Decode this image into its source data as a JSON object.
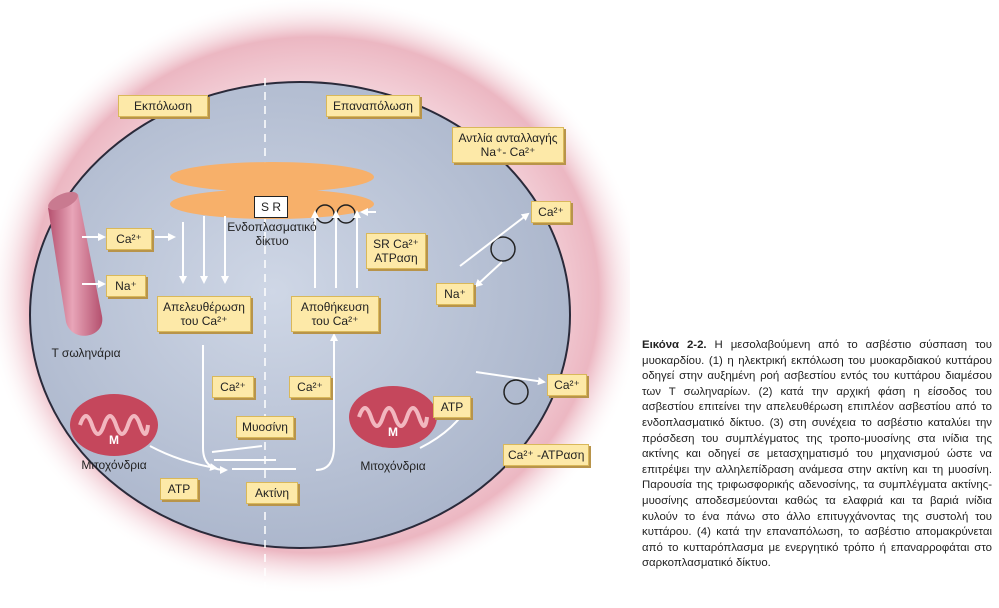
{
  "diagram": {
    "labels": {
      "depolarization": "Εκπόλωση",
      "repolarization": "Επαναπόλωση",
      "exchanger_line1": "Αντλία ανταλλαγής",
      "exchanger_line2": "Na⁺- Ca²⁺",
      "sr_box": "S R",
      "er_line1": "Ενδοπλασματικό",
      "er_line2": "δίκτυο",
      "sr_atpase_line1": "SR Ca²⁺",
      "sr_atpase_line2": "ATPαση",
      "ca_left": "Ca²⁺",
      "na_left": "Na⁺",
      "release_line1": "Απελευθέρωση",
      "release_line2": "του Ca²⁺",
      "storage_line1": "Αποθήκευση",
      "storage_line2": "του Ca²⁺",
      "ca_out_top": "Ca²⁺",
      "na_in": "Na⁺",
      "ca_out_bottom": "Ca²⁺",
      "t_tubule": "Τ σωληνάρια",
      "ca_mid_left": "Ca²⁺",
      "ca_mid_right": "Ca²⁺",
      "myosin": "Μυοσίνη",
      "actin": "Ακτίνη",
      "atp_left": "ATP",
      "atp_right": "ATP",
      "mito_left": "Μιτοχόνδρια",
      "mito_right": "Μιτοχόνδρια",
      "mito_letter_left": "M",
      "mito_letter_right": "M",
      "ca_atpase": "Ca²⁺ -ATPαση"
    }
  },
  "caption": {
    "label": "Εικόνα 2-2.",
    "text": "Η μεσολαβούμενη από το ασβέστιο σύσπαση του μυοκαρδίου. (1) η ηλεκτρική εκπόλωση του μυοκαρδιακού κυττάρου οδηγεί στην αυξημένη ροή ασβεστίου εντός του κυττάρου διαμέσου των Τ σωληναρίων. (2) κατά την αρχική φάση η είσοδος του ασβεστίου επιτείνει την απελευθέρωση επιπλέον ασβεστίου από το ενδοπλασματικό δίκτυο. (3) στη συνέχεια το ασβέστιο καταλύει την πρόσδεση του συμπλέγματος της τροπο-μυοσίνης στα ινίδια της ακτίνης και οδηγεί σε μετασχηματισμό του μηχανισμού ώστε να επιτρέψει την αλληλεπίδραση ανάμεσα στην ακτίνη και τη μυοσίνη. Παρουσία της τριφωσφορικής αδενοσίνης, τα συμπλέγματα ακτίνης-μυοσίνης αποδεσμεύονται καθώς τα ελαφριά και τα βαριά ινίδια κυλούν το ένα πάνω στο άλλο επιτυγχάνοντας της συστολή του κυττάρου. (4) κατά την επαναπόλωση, το ασβέστιο απομακρύνεται από το κυτταρόπλασμα με ενεργητικό τρόπο ή επαναρροφάται στο σαρκοπλασματικό δίκτυο."
  }
}
